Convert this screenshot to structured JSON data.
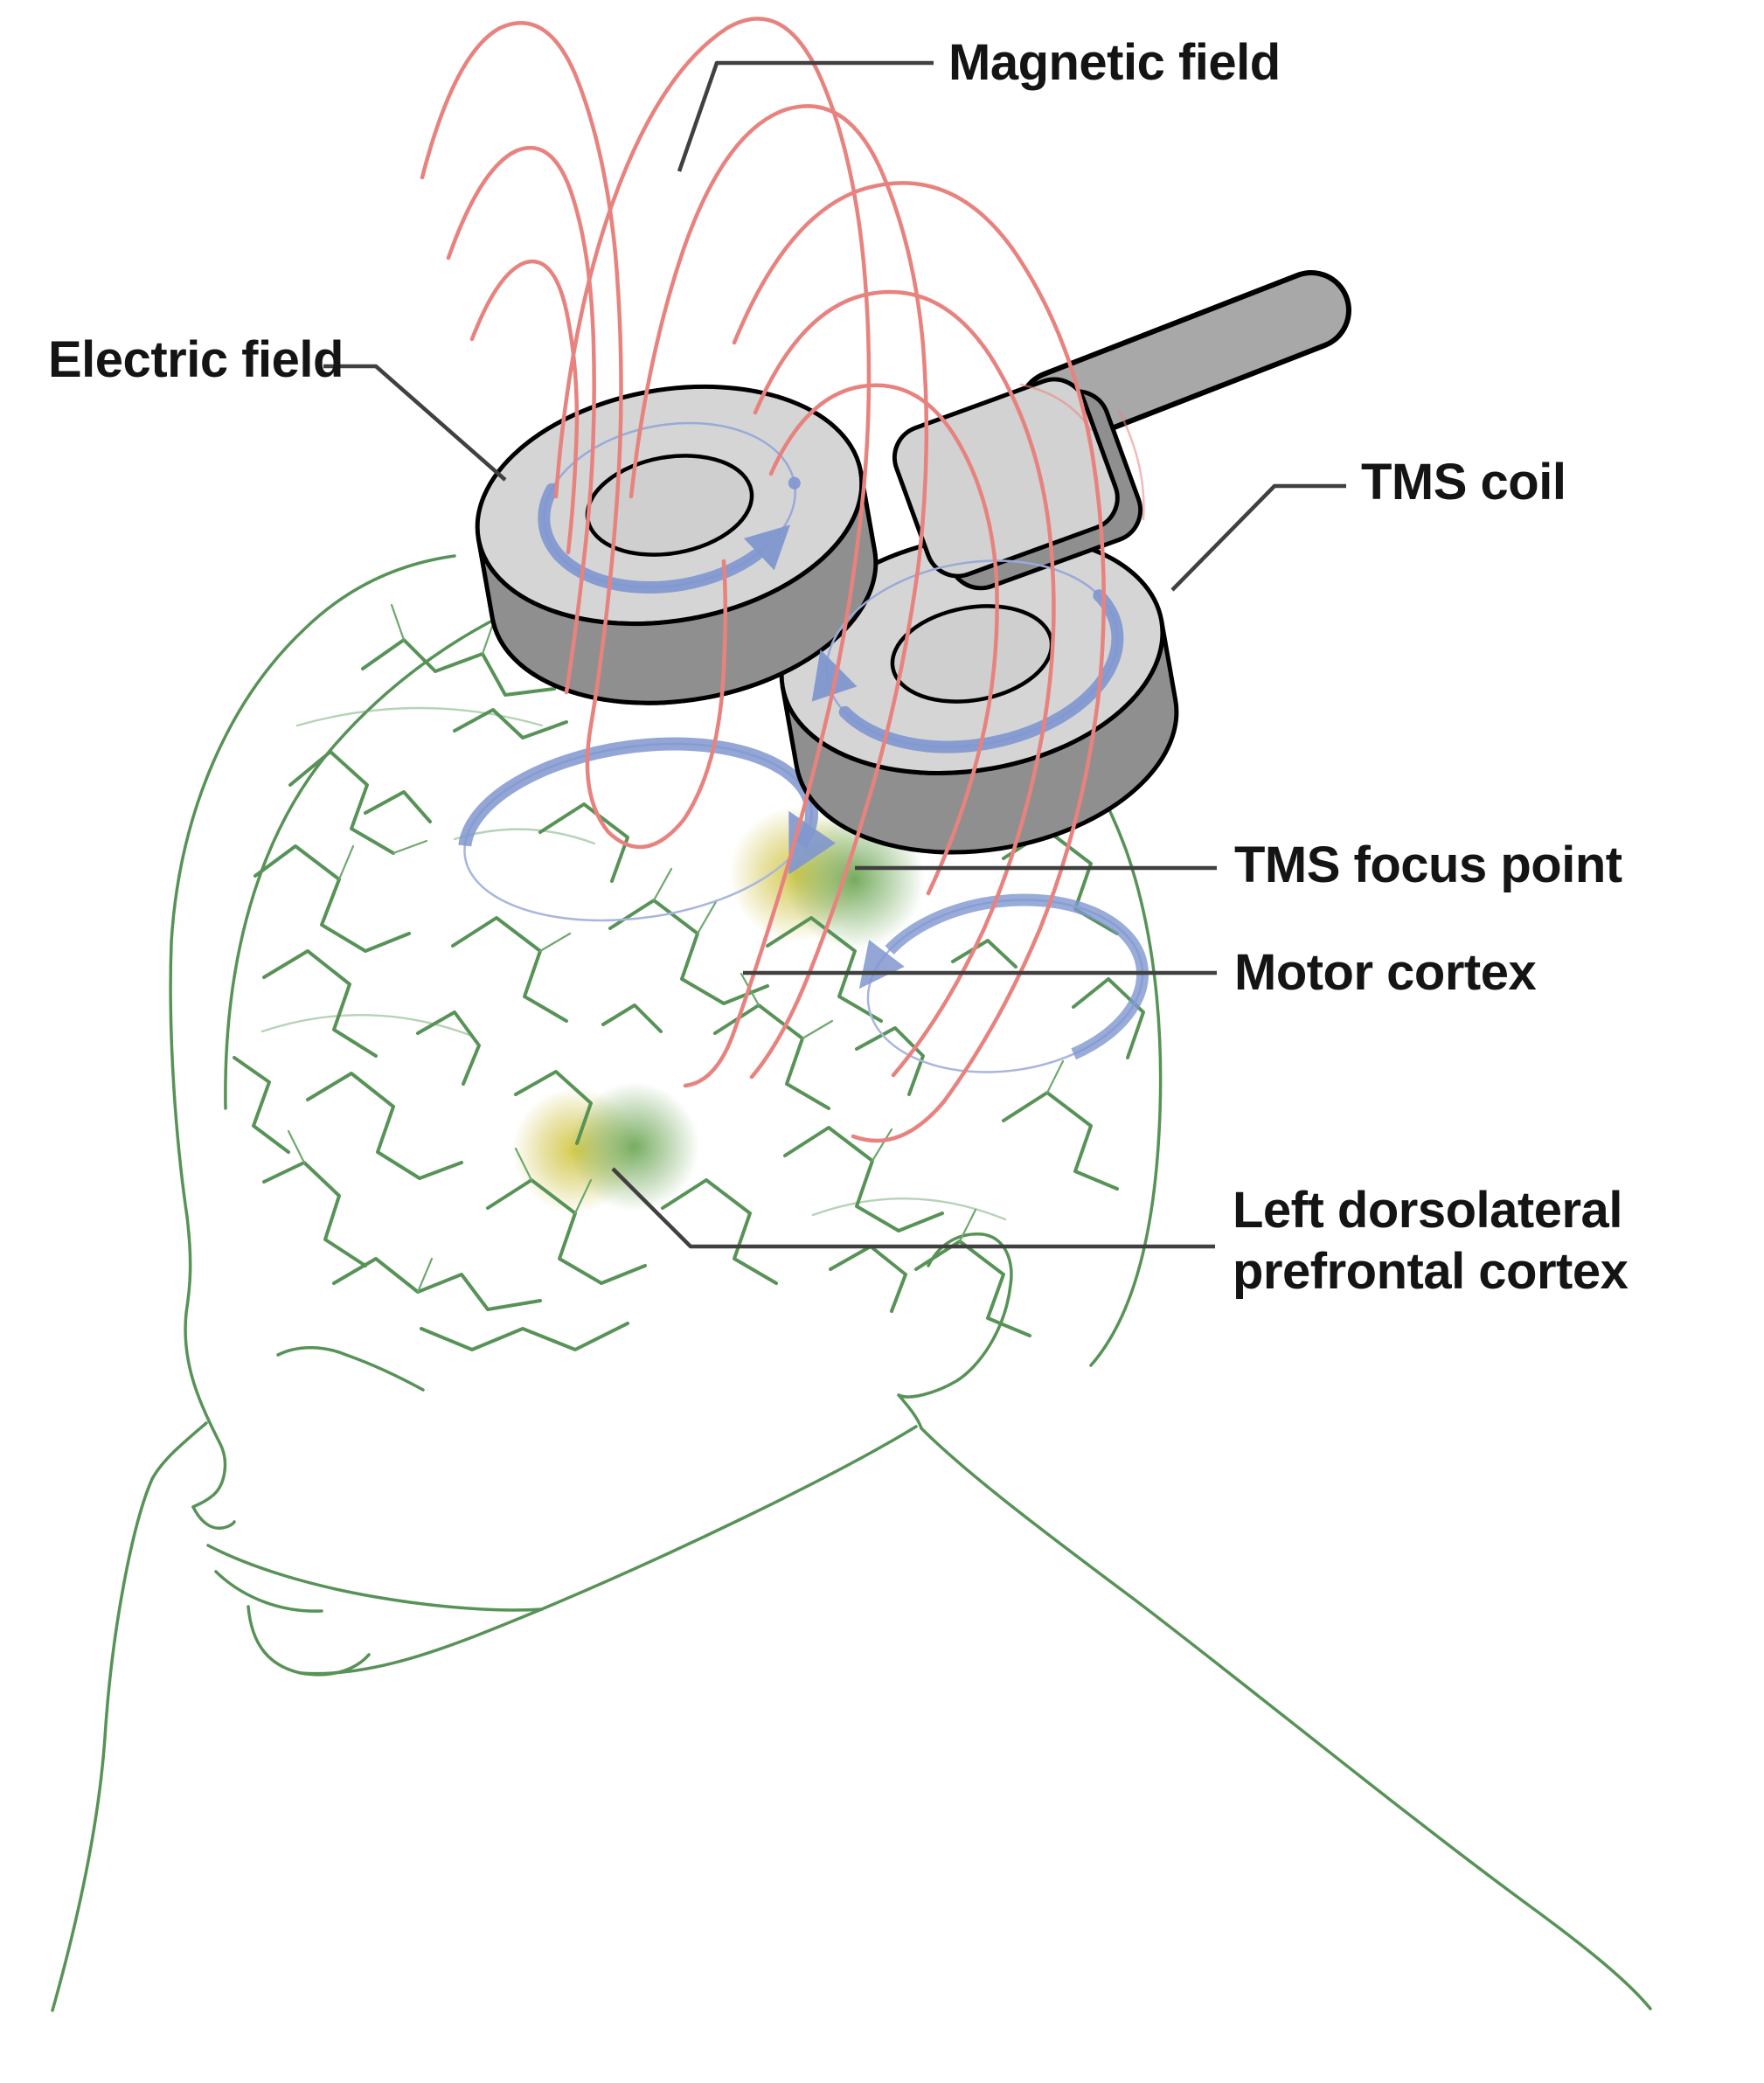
{
  "diagram": {
    "labels": {
      "magnetic_field": "Magnetic field",
      "electric_field": "Electric field",
      "tms_coil": "TMS coil",
      "tms_focus_point": "TMS focus point",
      "motor_cortex": "Motor cortex",
      "dlpfc_line1": "Left dorsolateral",
      "dlpfc_line2": "prefrontal cortex"
    },
    "colors": {
      "background": "#ffffff",
      "field_line_red": "#e8827e",
      "coil_current_blue": "#8097cf",
      "induced_current_blue": "#a8b6dd",
      "anatomy_green": "#579257",
      "anatomy_green_light": "#6da86d",
      "coil_top_gray": "#d5d5d5",
      "coil_side_gray": "#8f8f8f",
      "handle_gray": "#a8a8a8",
      "outline_black": "#000000",
      "leader_gray": "#404040",
      "label_text": "#141414",
      "focus_glow_yellow": "#d2c63c",
      "focus_glow_green": "#64a24c"
    }
  }
}
